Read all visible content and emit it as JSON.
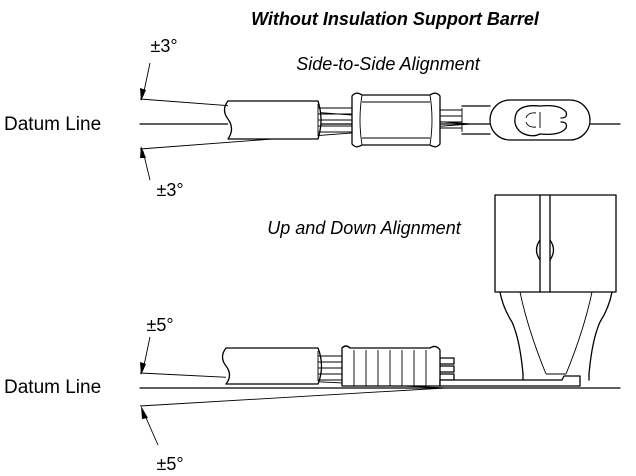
{
  "title": "Without Insulation Support Barrel",
  "top_view": {
    "heading": "Side-to-Side Alignment",
    "datum_label": "Datum Line",
    "upper_tolerance": "±3°",
    "lower_tolerance": "±3°"
  },
  "bottom_view": {
    "heading": "Up and Down Alignment",
    "datum_label": "Datum Line",
    "upper_tolerance": "±5°",
    "lower_tolerance": "±5°"
  }
}
